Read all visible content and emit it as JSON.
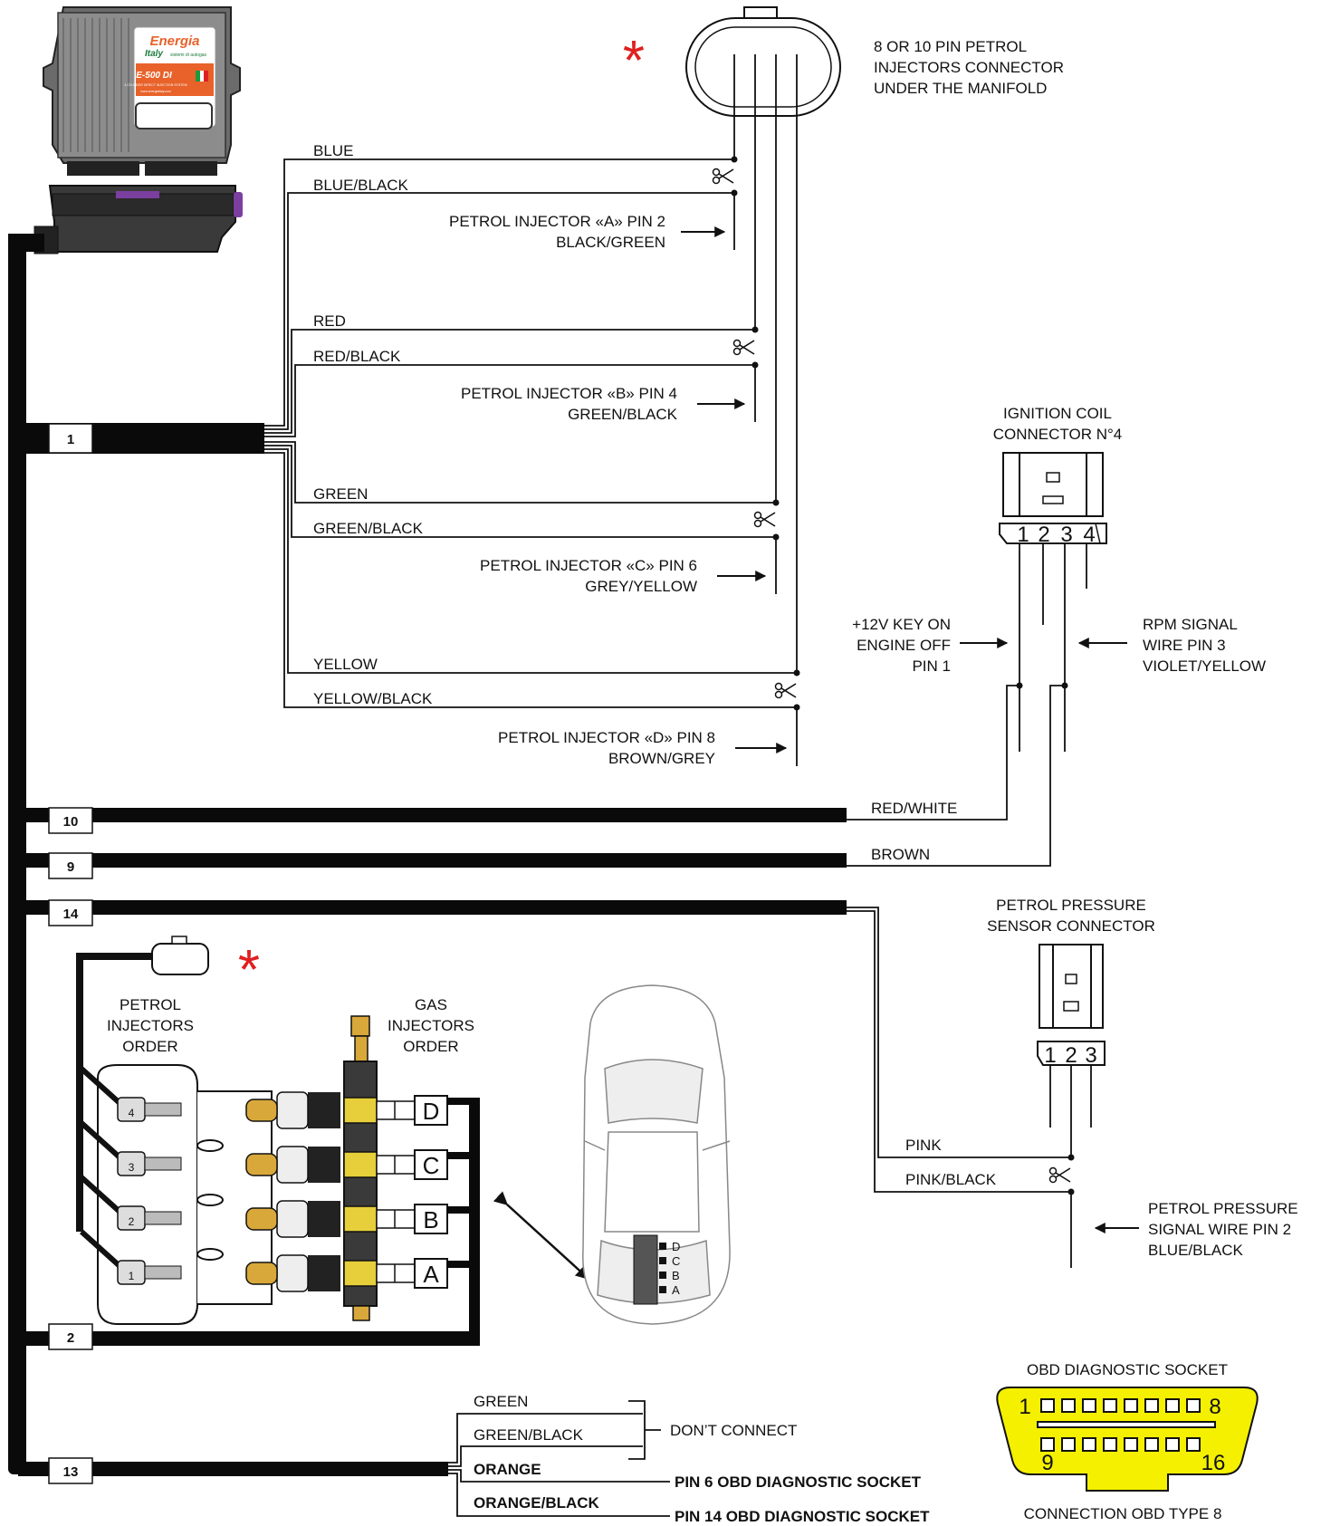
{
  "ecu": {
    "brand": "Energia",
    "brand_sub": "Italy",
    "tagline": "sistemi di autogas",
    "model": "E-500 DI",
    "desc": "4 CYLINDER DIRECT INJECTION SYSTEM",
    "web": "www.energiaitaly.com"
  },
  "connectors": {
    "petrol_injectors": [
      "8 OR 10 PIN PETROL",
      "INJECTORS CONNECTOR",
      "UNDER THE MANIFOLD"
    ],
    "ignition_coil": [
      "IGNITION COIL",
      "CONNECTOR N°4"
    ],
    "ignition_pins": [
      "1",
      "2",
      "3",
      "4"
    ],
    "pressure_sensor": [
      "PETROL PRESSURE",
      "SENSOR CONNECTOR"
    ],
    "pressure_pins": [
      "1",
      "2",
      "3"
    ],
    "obd_title": "OBD DIAGNOSTIC SOCKET",
    "obd_pin_first": "1",
    "obd_pin_8": "8",
    "obd_pin_9": "9",
    "obd_pin_16": "16",
    "obd_caption": "CONNECTION OBD TYPE 8"
  },
  "bundle_numbers": [
    "1",
    "10",
    "9",
    "14",
    "2",
    "13"
  ],
  "wires": {
    "blue": "BLUE",
    "blue_black": "BLUE/BLACK",
    "red": "RED",
    "red_black": "RED/BLACK",
    "green": "GREEN",
    "green_black": "GREEN/BLACK",
    "yellow": "YELLOW",
    "yellow_black": "YELLOW/BLACK",
    "red_white": "RED/WHITE",
    "brown": "BROWN",
    "pink": "PINK",
    "pink_black": "PINK/BLACK",
    "obd_green": "GREEN",
    "obd_green_black": "GREEN/BLACK",
    "obd_orange": "ORANGE",
    "obd_orange_black": "ORANGE/BLACK"
  },
  "injectors": {
    "a": [
      "PETROL INJECTOR «A» PIN 2",
      "BLACK/GREEN"
    ],
    "b": [
      "PETROL INJECTOR «B» PIN 4",
      "GREEN/BLACK"
    ],
    "c": [
      "PETROL INJECTOR «C» PIN 6",
      "GREY/YELLOW"
    ],
    "d": [
      "PETROL INJECTOR «D» PIN 8",
      "BROWN/GREY"
    ]
  },
  "signals": {
    "key_on": [
      "+12V KEY ON",
      "ENGINE OFF",
      "PIN 1"
    ],
    "rpm": [
      "RPM SIGNAL",
      "WIRE PIN 3",
      "VIOLET/YELLOW"
    ],
    "pressure_signal": [
      "PETROL PRESSURE",
      "SIGNAL WIRE PIN 2",
      "BLUE/BLACK"
    ],
    "dont_connect": "DON’T CONNECT",
    "pin6": "PIN 6 OBD DIAGNOSTIC SOCKET",
    "pin14": "PIN 14 OBD DIAGNOSTIC SOCKET"
  },
  "orders": {
    "petrol": [
      "PETROL",
      "INJECTORS",
      "ORDER"
    ],
    "gas": [
      "GAS",
      "INJECTORS",
      "ORDER"
    ]
  },
  "gas_letters": [
    "D",
    "C",
    "B",
    "A"
  ],
  "inj_numbers": [
    "4",
    "3",
    "2",
    "1"
  ],
  "car_letters": [
    "D",
    "C",
    "B",
    "A"
  ],
  "colors": {
    "asterisk": "#e02020",
    "obd_yellow": "#f4f000",
    "ecu_orange": "#e8622a",
    "ecu_purple": "#7b3fa0"
  }
}
